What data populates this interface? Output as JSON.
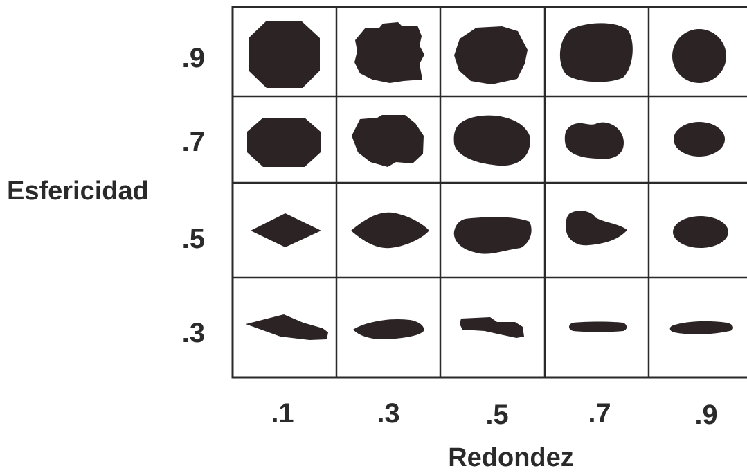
{
  "y_axis": {
    "title": "Esfericidad",
    "ticks": [
      ".9",
      ".7",
      ".5",
      ".3"
    ]
  },
  "x_axis": {
    "title": "Redondez",
    "ticks": [
      ".1",
      ".3",
      ".5",
      ".7",
      ".9"
    ]
  },
  "grid": {
    "rows": 4,
    "columns": 5
  },
  "colors": {
    "grain": "#2b2324",
    "line": "#2a2a2a",
    "background": "#ffffff"
  },
  "icons": {
    "grains": [
      [
        "sphericity-0.9-roundness-0.1-grain-icon",
        "sphericity-0.9-roundness-0.3-grain-icon",
        "sphericity-0.9-roundness-0.5-grain-icon",
        "sphericity-0.9-roundness-0.7-grain-icon",
        "sphericity-0.9-roundness-0.9-grain-icon"
      ],
      [
        "sphericity-0.7-roundness-0.1-grain-icon",
        "sphericity-0.7-roundness-0.3-grain-icon",
        "sphericity-0.7-roundness-0.5-grain-icon",
        "sphericity-0.7-roundness-0.7-grain-icon",
        "sphericity-0.7-roundness-0.9-grain-icon"
      ],
      [
        "sphericity-0.5-roundness-0.1-grain-icon",
        "sphericity-0.5-roundness-0.3-grain-icon",
        "sphericity-0.5-roundness-0.5-grain-icon",
        "sphericity-0.5-roundness-0.7-grain-icon",
        "sphericity-0.5-roundness-0.9-grain-icon"
      ],
      [
        "sphericity-0.3-roundness-0.1-grain-icon",
        "sphericity-0.3-roundness-0.3-grain-icon",
        "sphericity-0.3-roundness-0.5-grain-icon",
        "sphericity-0.3-roundness-0.7-grain-icon",
        "sphericity-0.3-roundness-0.9-grain-icon"
      ]
    ]
  }
}
